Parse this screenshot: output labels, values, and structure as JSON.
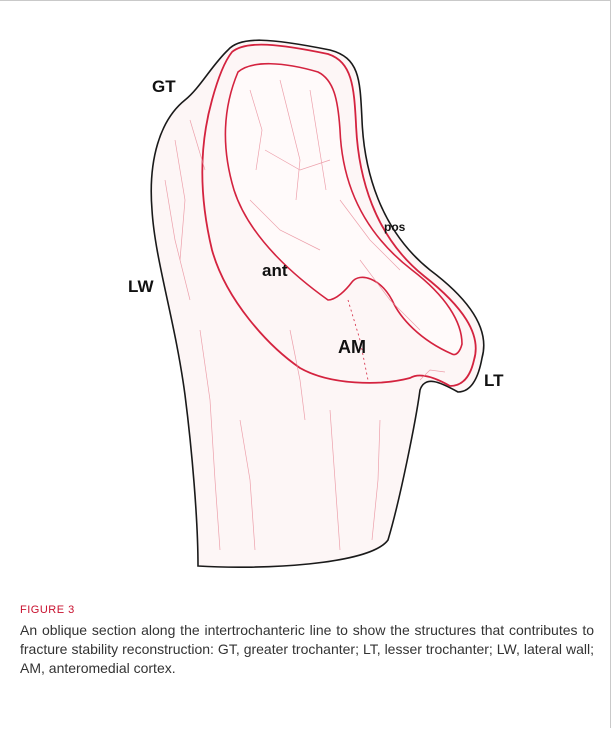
{
  "figure": {
    "labels": {
      "gt": "GT",
      "lw": "LW",
      "ant": "ant",
      "pos": "pos",
      "am": "AM",
      "lt": "LT"
    },
    "colors": {
      "outline": "#1a1a1a",
      "section_line": "#d4233f",
      "trabecular": "#e88a98",
      "fill": "#fdf6f6"
    }
  },
  "caption": {
    "heading": "FIGURE 3",
    "text": "An oblique section along the intertrochanteric line to show the structures that contributes to fracture stability reconstruction: GT, greater trochanter; LT, lesser trochanter; LW, lateral wall; AM, anteromedial cortex."
  }
}
